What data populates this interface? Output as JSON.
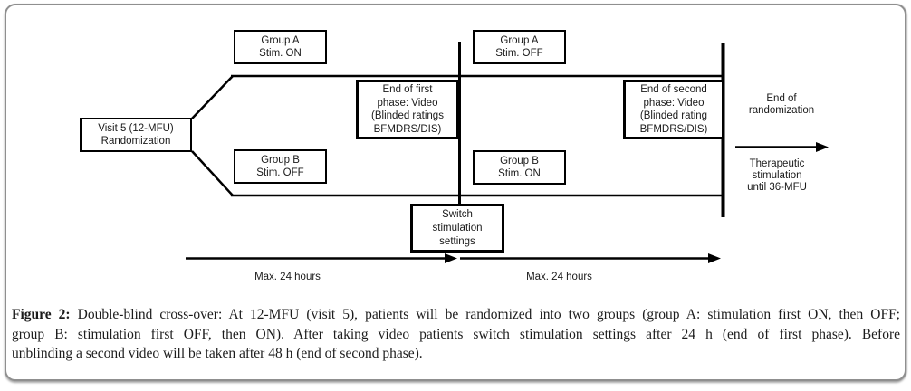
{
  "figure": {
    "visit5": {
      "l1": "Visit 5 (12-MFU)",
      "l2": "Randomization"
    },
    "group_a_phase1": {
      "l1": "Group A",
      "l2": "Stim. ON"
    },
    "group_b_phase1": {
      "l1": "Group B",
      "l2": "Stim. OFF"
    },
    "group_a_phase2": {
      "l1": "Group A",
      "l2": "Stim. OFF"
    },
    "group_b_phase2": {
      "l1": "Group B",
      "l2": "Stim. ON"
    },
    "end_first_phase": {
      "l1": "End of first",
      "l2": "phase: Video",
      "l3": "(Blinded ratings",
      "l4": "BFMDRS/DIS)"
    },
    "end_second_phase": {
      "l1": "End of second",
      "l2": "phase: Video",
      "l3": "(Blinded rating",
      "l4": "BFMDRS/DIS)"
    },
    "switch_box": {
      "l1": "Switch",
      "l2": "stimulation",
      "l3": "settings"
    },
    "end_of_randomization": {
      "l1": "End of",
      "l2": "randomization"
    },
    "therapeutic": {
      "l1": "Therapeutic",
      "l2": "stimulation",
      "l3": "until 36-MFU"
    },
    "timeline_left": "Max. 24 hours",
    "timeline_right": "Max. 24 hours"
  },
  "caption": {
    "label": "Figure 2:",
    "line1_rest": " Double-blind cross-over: At 12-MFU (visit 5), patients will be randomized into two groups (group A: stimulation first ON, then OFF;",
    "line2": "group B: stimulation first OFF, then ON). After taking video patients switch stimulation settings after 24 h (end of first phase). Before",
    "line3": "unblinding a second video will be taken after 48 h (end of second phase).",
    "full_text": "Figure 2: Double-blind cross-over: At 12-MFU (visit 5), patients will be randomized into two groups (group A: stimulation first ON, then OFF; group B: stimulation first OFF, then ON). After taking video patients switch stimulation settings after 24 h (end of first phase). Before unblinding a second video will be taken after 48 h (end of second phase)."
  },
  "colors": {
    "line": "#000000",
    "text": "#1a1a1a",
    "frame_border": "#8f8f8f",
    "background": "#ffffff"
  }
}
